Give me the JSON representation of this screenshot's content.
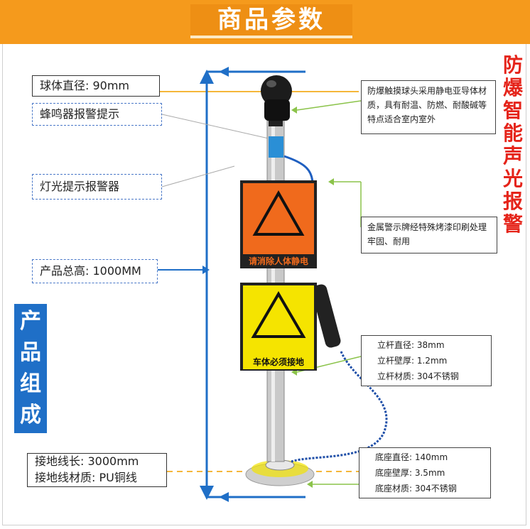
{
  "title": "商品参数",
  "side_title": [
    "防",
    "爆",
    "智",
    "能",
    "声",
    "光",
    "报",
    "警"
  ],
  "product_block": [
    "产",
    "品",
    "组",
    "成"
  ],
  "labels": {
    "ball_diameter": "球体直径: 90mm",
    "buzzer": "蜂鸣器报警提示",
    "light": "灯光提示报警器",
    "height": "产品总高: 1000MM",
    "ground_length": "接地线长: 3000mm",
    "ground_material": "接地线材质: PU铜线"
  },
  "notes": {
    "ball": "防爆触摸球头采用静电亚导体材质，具有耐温、防燃、耐酸碱等特点适合室内室外",
    "sign": "金属警示牌经特殊烤漆印刷处理牢固、耐用",
    "pole": [
      "立杆直径: 38mm",
      "立杆壁厚: 1.2mm",
      "立杆材质: 304不锈钢"
    ],
    "base": [
      "底座直径: 140mm",
      "底座壁厚: 3.5mm",
      "底座材质: 304不锈钢"
    ]
  },
  "signs": {
    "top": "请消除人体静电",
    "bottom": "车体必须接地"
  },
  "colors": {
    "banner": "#f59a1c",
    "title_red": "#e5241a",
    "blue": "#1f6fc7",
    "sign_orange": "#f06a1c",
    "sign_yellow": "#f5e400"
  }
}
